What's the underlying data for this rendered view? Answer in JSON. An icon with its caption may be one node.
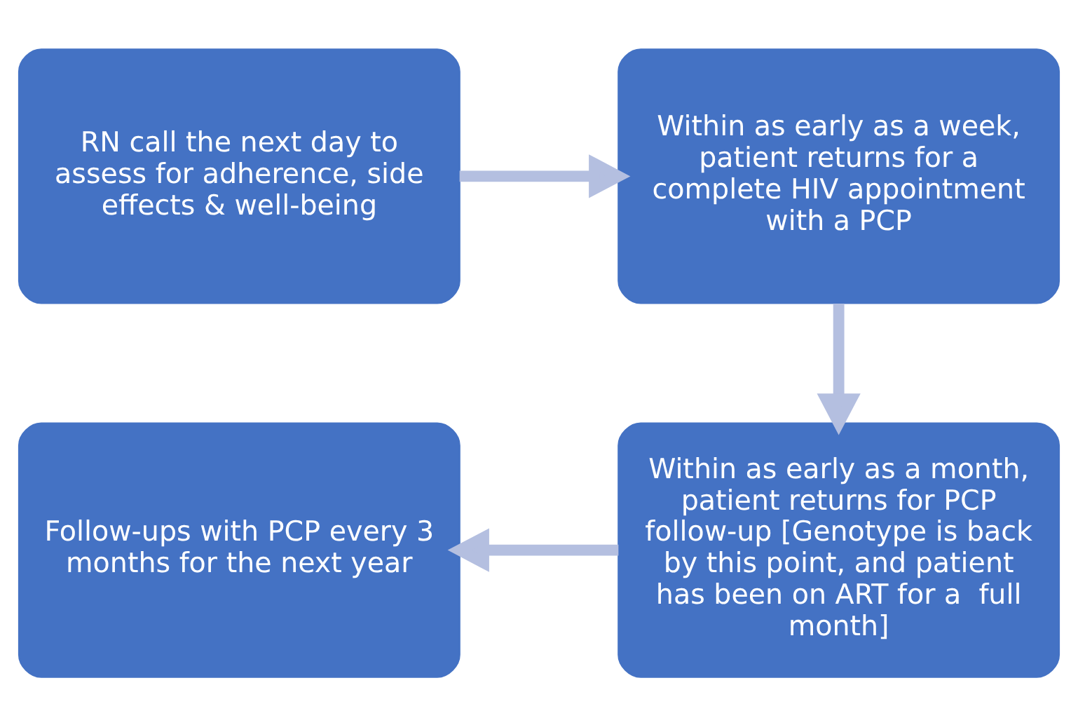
{
  "diagram": {
    "nodes": [
      {
        "text": [
          "RN call the next day to assess for adherence, side effects & well-being"
        ]
      },
      {
        "text": [
          "Within as early as a week, patient returns for a complete HIV appointment with a PCP"
        ]
      },
      {
        "text": [
          "Within as early as a month, patient returns for PCP follow-up [Genotype is back by this point, and patient has been on ART for a  full month]"
        ]
      },
      {
        "text": [
          "Follow-ups with PCP every 3 months for the next year"
        ]
      }
    ],
    "edges": [
      {
        "from": 0,
        "to": 1,
        "arrow": "to"
      },
      {
        "from": 1,
        "to": 2,
        "arrow": "to"
      },
      {
        "from": 2,
        "to": 3,
        "arrow": "to"
      }
    ]
  }
}
